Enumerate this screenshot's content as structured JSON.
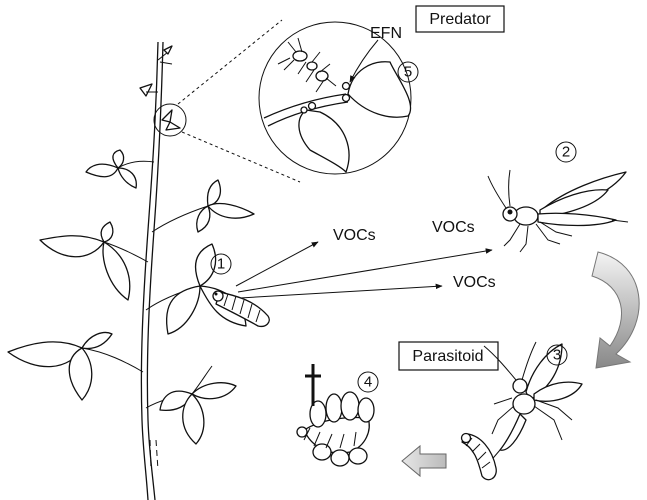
{
  "labels": {
    "predator": "Predator",
    "efn": "EFN",
    "parasitoid": "Parasitoid",
    "vocs_1": "VOCs",
    "vocs_2": "VOCs",
    "vocs_3": "VOCs"
  },
  "steps": [
    "1",
    "2",
    "3",
    "4",
    "5"
  ],
  "symbols": {
    "death": "dagger-cross-icon"
  },
  "colors": {
    "line": "#111111",
    "arrow_fill_top": "#f2f2f2",
    "arrow_fill_bottom": "#8c8c8c"
  }
}
